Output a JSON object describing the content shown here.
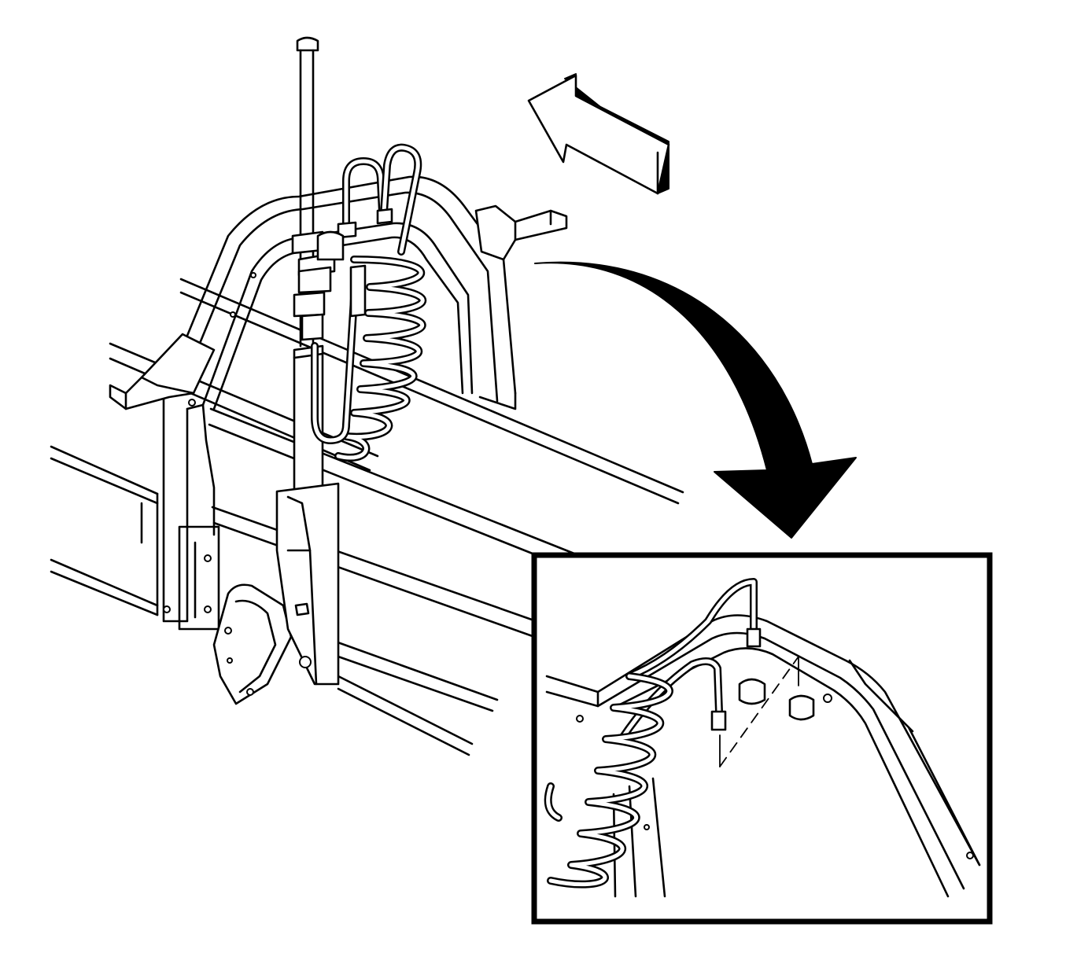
{
  "diagram": {
    "colors": {
      "line": "#000000",
      "background": "#ffffff"
    },
    "components": [
      "vehicle-frame-rails",
      "frame-crossmember",
      "hose-assembly-coil",
      "support-rod",
      "mounting-brackets",
      "direction-arrow-outline",
      "view-transition-arrow",
      "detail-inset-view"
    ]
  }
}
